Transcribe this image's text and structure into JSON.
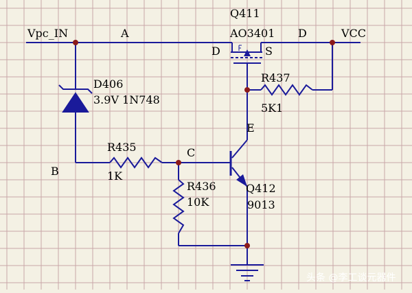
{
  "colors": {
    "background": "#f4f1e4",
    "grid": "#c9a6a8",
    "wire": "#1a1a9a",
    "junction": "#8b1a1a",
    "text": "#000000"
  },
  "labels": {
    "vpc_in": "Vpc_IN",
    "vcc": "VCC",
    "node_a": "A",
    "node_b": "B",
    "node_c": "C",
    "node_d_top": "D",
    "node_e": "E"
  },
  "components": {
    "q411": {
      "ref": "Q411",
      "part": "AO3401",
      "drain": "D",
      "source": "S"
    },
    "d406": {
      "ref": "D406",
      "part": "3.9V 1N748"
    },
    "r437": {
      "ref": "R437",
      "value": "5K1"
    },
    "r435": {
      "ref": "R435",
      "value": "1K"
    },
    "r436": {
      "ref": "R436",
      "value": "10K"
    },
    "q412": {
      "ref": "Q412",
      "part": "9013"
    }
  },
  "watermark": {
    "text": "头条 @李工谈元器件"
  }
}
